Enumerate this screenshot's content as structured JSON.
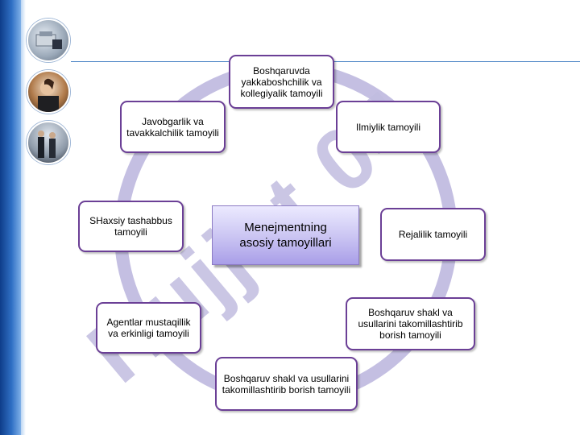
{
  "watermark": {
    "text": "Hujjat 04"
  },
  "diagram": {
    "center": {
      "label": "Menejmentning asosiy tamoyillari"
    },
    "nodes": [
      {
        "id": "top",
        "label": "Boshqaruvda yakkaboshchilik va kollegiyalik tamoyili"
      },
      {
        "id": "ilmiylik",
        "label": "Ilmiylik tamoyili"
      },
      {
        "id": "rejalilik",
        "label": "Rejalilik tamoyili"
      },
      {
        "id": "shakl-right",
        "label": "Boshqaruv shakl va usullarini takomillashtirib borish tamoyili"
      },
      {
        "id": "shakl-bottom",
        "label": "Boshqaruv shakl va usullarini takomillashtirib borish tamoyili"
      },
      {
        "id": "agentlar",
        "label": "Agentlar mustaqillik va erkinligi tamoyili"
      },
      {
        "id": "shaxsiy",
        "label": "SHaxsiy tashabbus tamoyili"
      },
      {
        "id": "javobgarlik",
        "label": "Javobgarlik va tavakkalchilik tamoyili"
      }
    ]
  },
  "colors": {
    "node_border": "#6b3f96",
    "center_fill": "#c9c3f2",
    "watermark": "#b9b3dc",
    "band": "#1d5bb0"
  },
  "icons": [
    "office-photo-icon",
    "person-photo-icon",
    "business-people-photo-icon"
  ]
}
